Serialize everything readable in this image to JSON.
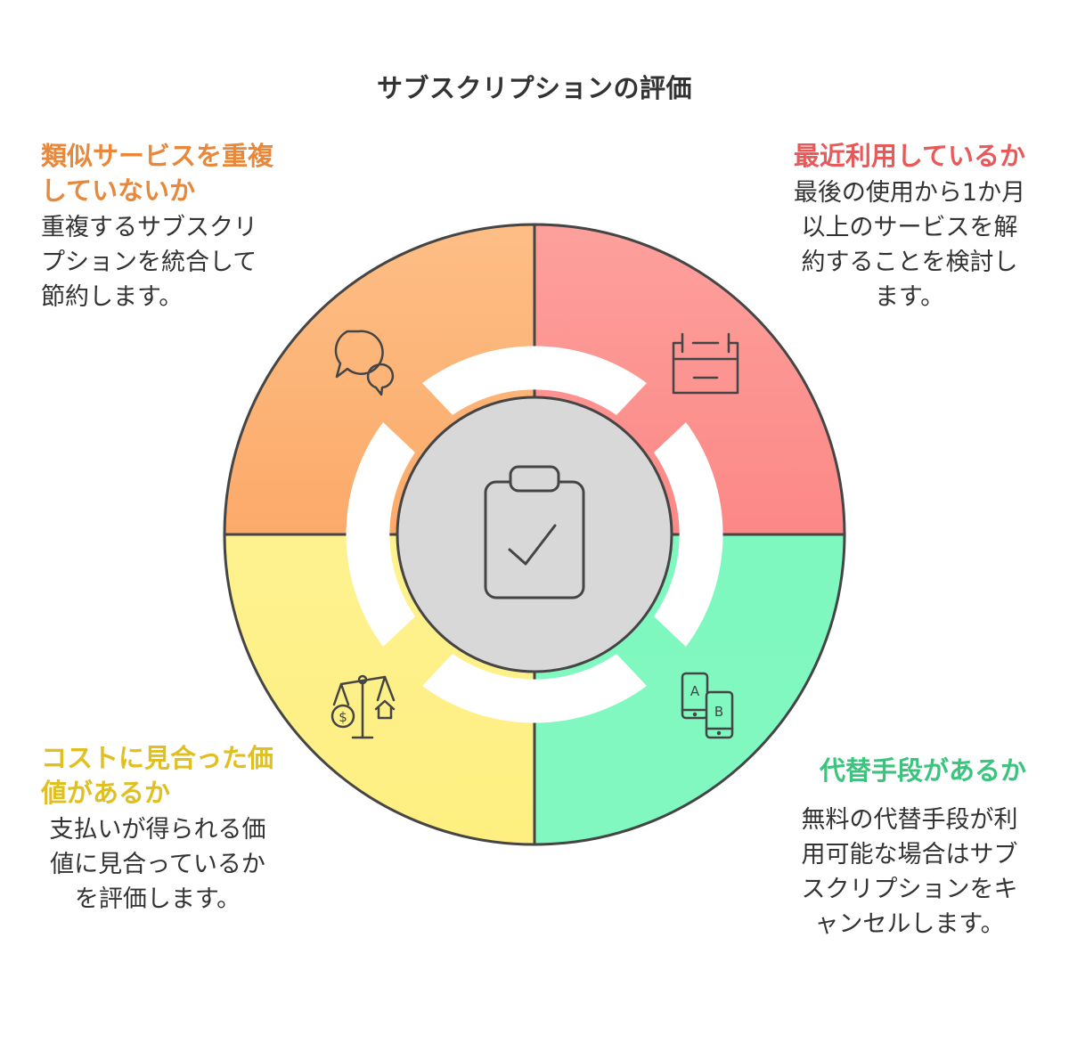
{
  "title": "サブスクリプションの評価",
  "colors": {
    "top_left": "#FDBE85",
    "top_right": "#FDA09C",
    "bottom_left": "#FEEF80",
    "bottom_right": "#80F8C0",
    "center": "#D8D8D8",
    "outline": "#454545"
  },
  "sections": {
    "top_left": {
      "heading": "類似サービスを重複していないか",
      "body": "重複するサブスクリプションを統合して節約します。",
      "icon": "speech-bubbles-icon"
    },
    "top_right": {
      "heading": "最近利用しているか",
      "body": "最後の使用から1か月以上のサービスを解約することを検討します。",
      "icon": "calendar-icon"
    },
    "bottom_left": {
      "heading": "コストに見合った価値があるか",
      "body": "支払いが得られる価値に見合っているかを評価します。",
      "icon": "balance-scale-icon"
    },
    "bottom_right": {
      "heading": "代替手段があるか",
      "body": "無料の代替手段が利用可能な場合はサブスクリプションをキャンセルします。",
      "icon": "ab-phones-icon"
    },
    "center": {
      "icon": "clipboard-check-icon"
    }
  }
}
